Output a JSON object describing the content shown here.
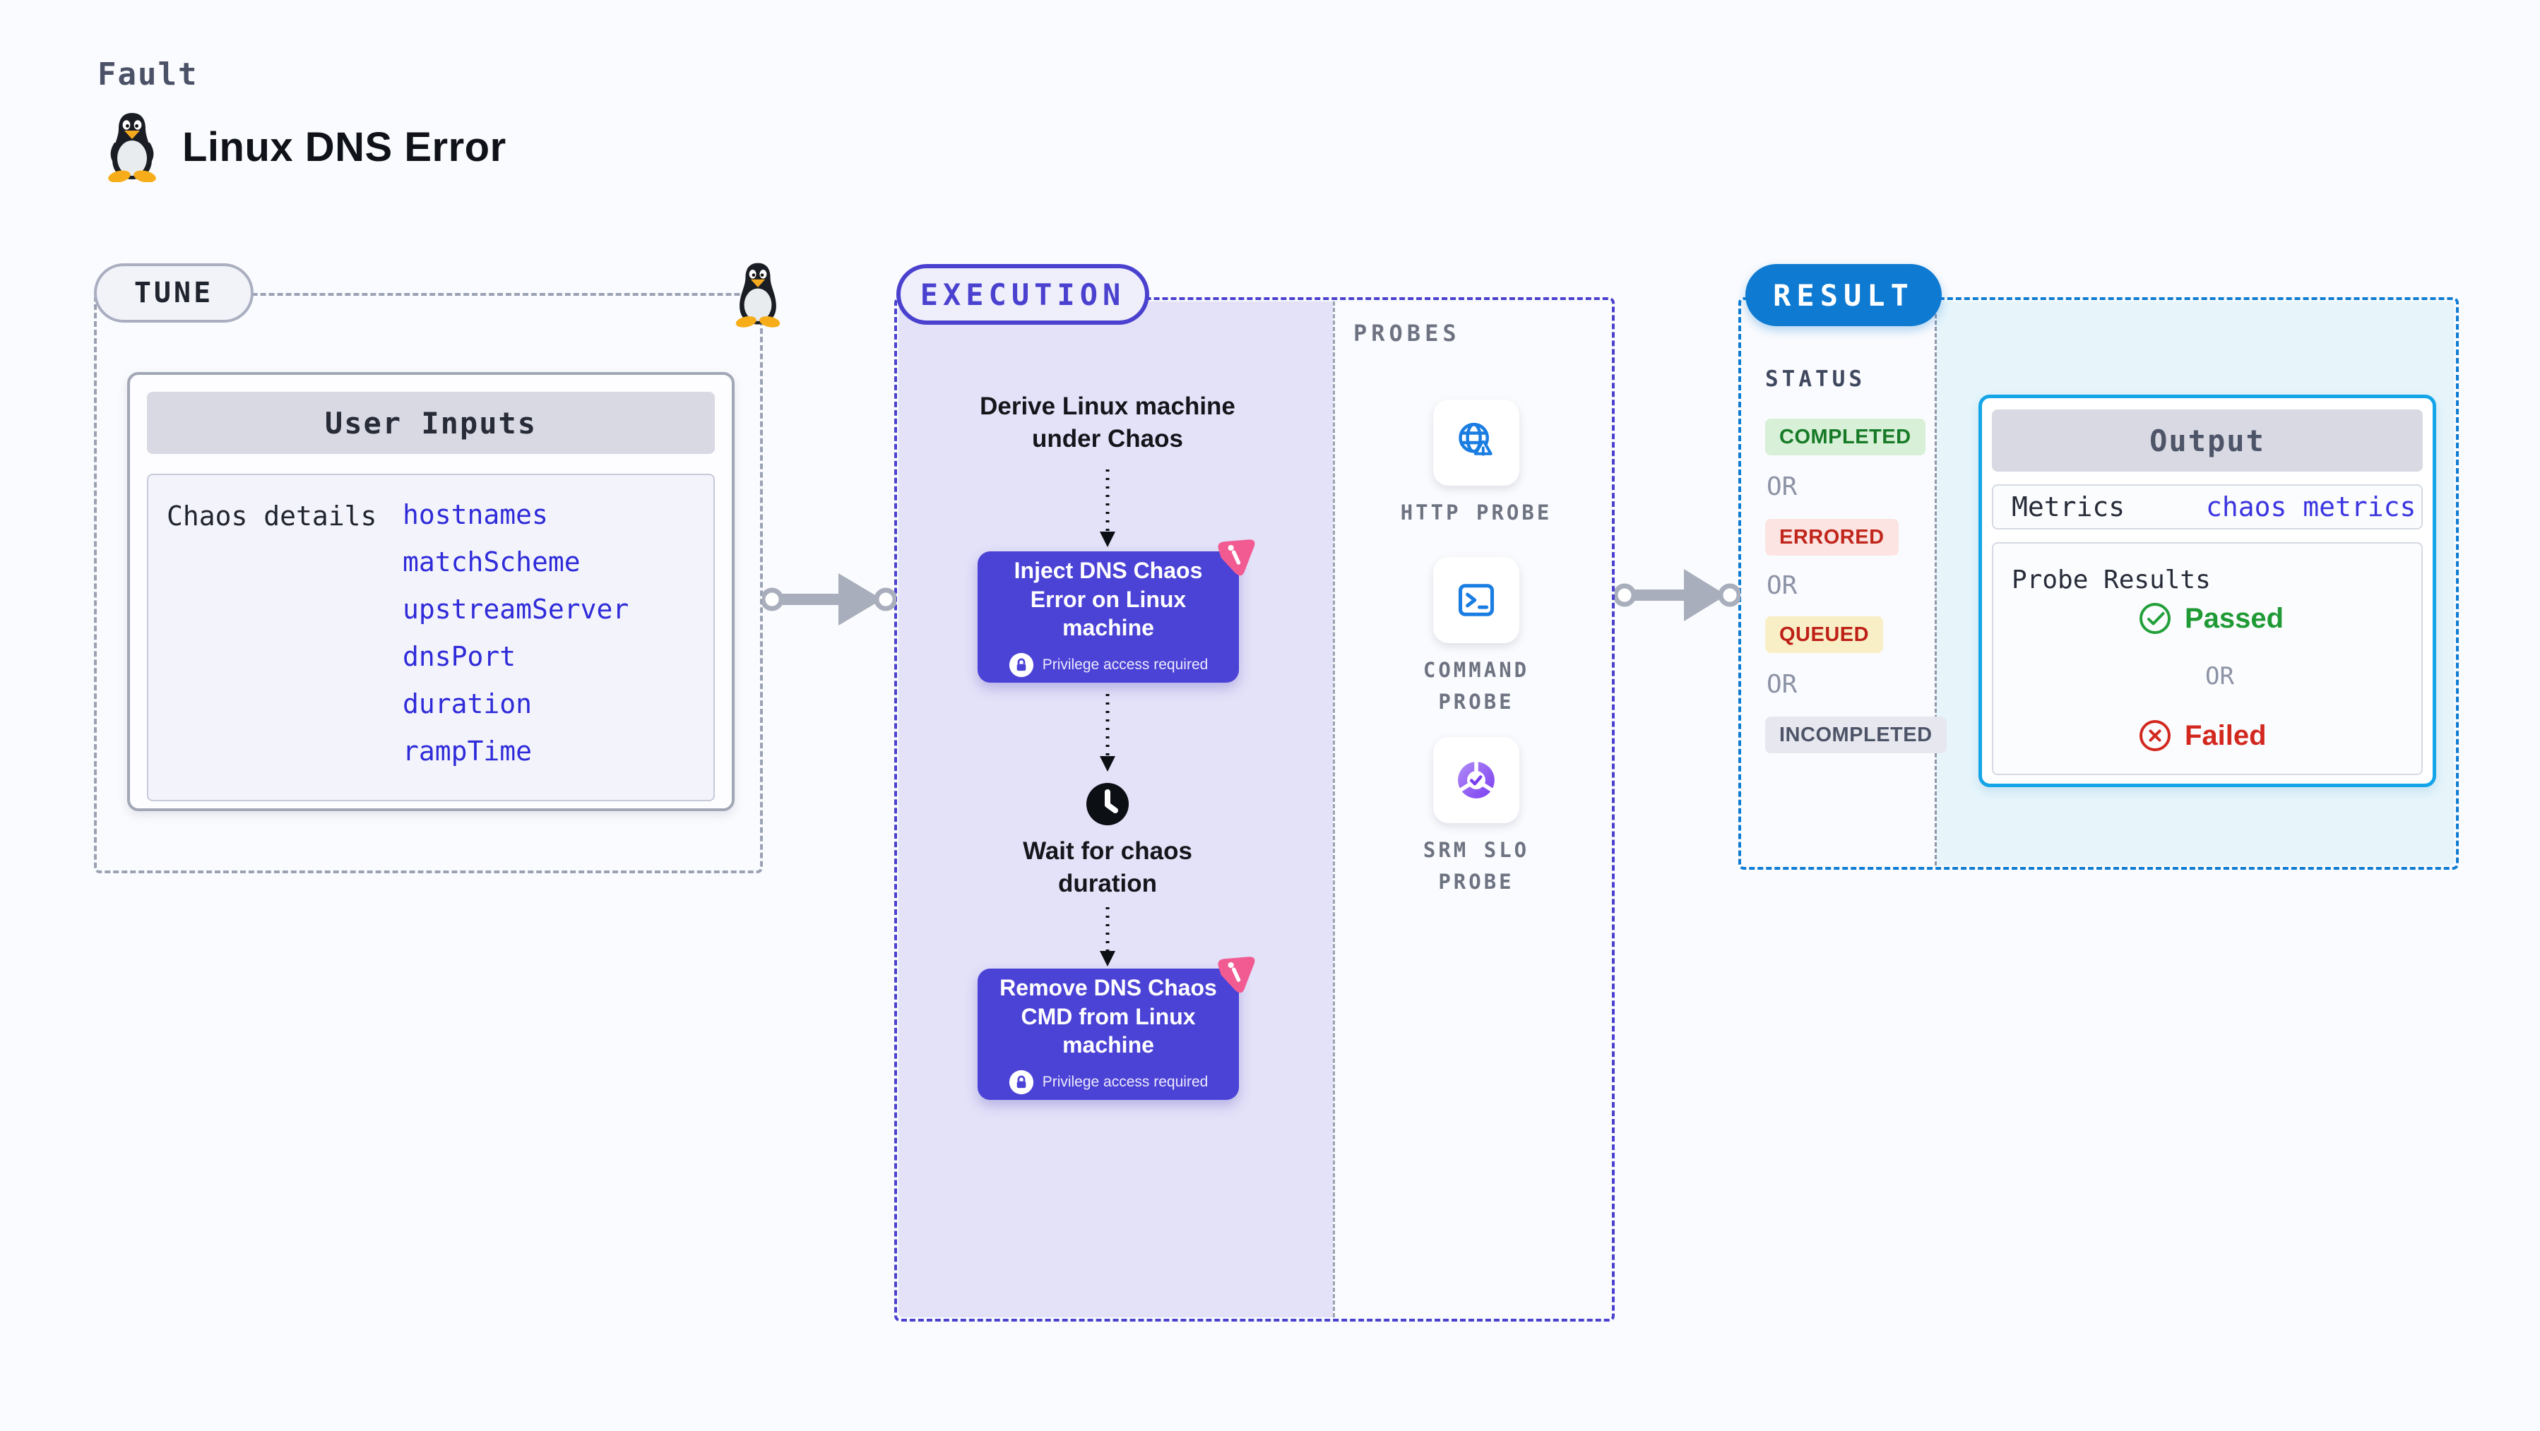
{
  "header": {
    "kicker": "Fault",
    "title": "Linux DNS Error"
  },
  "tune": {
    "badge": "TUNE",
    "card": {
      "header": "User Inputs",
      "row_label": "Chaos details",
      "inputs": [
        "hostnames",
        "matchScheme",
        "upstreamServer",
        "dnsPort",
        "duration",
        "rampTime"
      ]
    }
  },
  "execution": {
    "badge": "EXECUTION",
    "probes_label": "PROBES",
    "steps": {
      "derive": "Derive Linux machine under Chaos",
      "inject": "Inject DNS Chaos Error on Linux machine",
      "wait": "Wait for chaos duration",
      "remove": "Remove DNS Chaos CMD from Linux machine"
    },
    "privilege_note": "Privilege access required",
    "probes": [
      {
        "label": "HTTP PROBE",
        "icon": "globe-alert-icon"
      },
      {
        "label": "COMMAND PROBE",
        "icon": "terminal-icon"
      },
      {
        "label": "SRM SLO PROBE",
        "icon": "pie-check-icon"
      }
    ]
  },
  "result": {
    "badge": "RESULT",
    "status_label": "STATUS",
    "or_label": "OR",
    "statuses": [
      {
        "label": "COMPLETED",
        "kind": "success"
      },
      {
        "label": "ERRORED",
        "kind": "error"
      },
      {
        "label": "QUEUED",
        "kind": "queued"
      },
      {
        "label": "INCOMPLETED",
        "kind": "neutral"
      }
    ],
    "output": {
      "header": "Output",
      "metrics_label": "Metrics",
      "metrics_value": "chaos metrics",
      "probe_results_label": "Probe Results",
      "passed_label": "Passed",
      "failed_label": "Failed"
    }
  },
  "colors": {
    "indigo": "#4a41cf",
    "node_fill": "#4b42d6",
    "lavender_fill": "#e4e2f8",
    "result_blue": "#0e7ad2",
    "output_border": "#14a5e8",
    "result_fill": "#e7f5fb",
    "link_blue": "#2f2bd9",
    "success_green": "#1f9a35",
    "error_red": "#c1261c",
    "queued_bg": "#f9efc7",
    "pink_logo": "#f15b92",
    "arrow_gray": "#a9aebc"
  }
}
